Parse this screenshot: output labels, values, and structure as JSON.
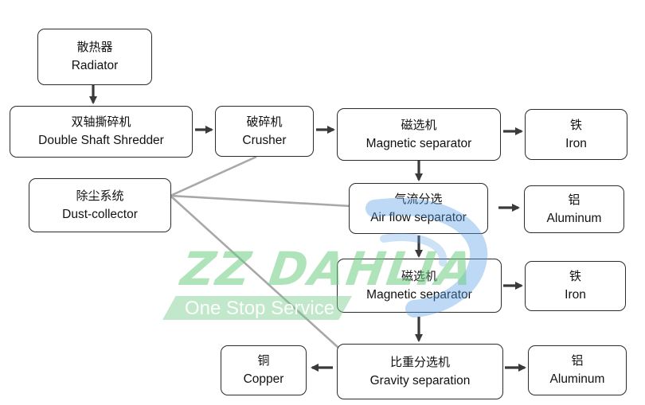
{
  "nodes": {
    "radiator": {
      "zh": "散热器",
      "en": "Radiator"
    },
    "shredder": {
      "zh": "双轴撕碎机",
      "en": "Double Shaft Shredder"
    },
    "crusher": {
      "zh": "破碎机",
      "en": "Crusher"
    },
    "magnetic1": {
      "zh": "磁选机",
      "en": "Magnetic separator"
    },
    "iron1": {
      "zh": "铁",
      "en": "Iron"
    },
    "dust": {
      "zh": "除尘系统",
      "en": "Dust-collector"
    },
    "airflow": {
      "zh": "气流分选",
      "en": "Air flow separator"
    },
    "aluminum1": {
      "zh": "铝",
      "en": "Aluminum"
    },
    "magnetic2": {
      "zh": "磁选机",
      "en": "Magnetic separator"
    },
    "iron2": {
      "zh": "铁",
      "en": "Iron"
    },
    "gravity": {
      "zh": "比重分选机",
      "en": "Gravity separation"
    },
    "aluminum2": {
      "zh": "铝",
      "en": "Aluminum"
    },
    "copper": {
      "zh": "铜",
      "en": "Copper"
    }
  },
  "watermark": {
    "logo": "ZZ DAHLIA",
    "tagline": "One Stop Service"
  },
  "colors": {
    "box_border": "#2b2b2b",
    "arrow": "#3a3a3a",
    "dust_line": "#a8a8a8",
    "watermark_green": "#6ecd82",
    "watermark_blue": "#5aa0e6"
  }
}
